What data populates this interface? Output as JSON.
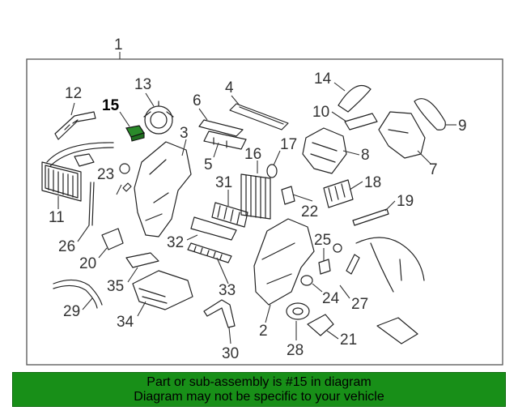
{
  "diagram": {
    "assembly_label": "1",
    "highlighted_part": "15",
    "part_labels": [
      "2",
      "3",
      "4",
      "5",
      "6",
      "7",
      "8",
      "9",
      "10",
      "11",
      "12",
      "13",
      "14",
      "15",
      "16",
      "17",
      "18",
      "19",
      "20",
      "21",
      "22",
      "23",
      "24",
      "25",
      "26",
      "27",
      "28",
      "29",
      "30",
      "31",
      "32",
      "33",
      "34",
      "35"
    ],
    "colors": {
      "highlight_fill": "#2a8a2a",
      "frame": "#555555",
      "panel_bg": "#ffffff",
      "footer_bg": "#188f18"
    }
  },
  "footer": {
    "line1": "Part or sub-assembly is #15 in diagram",
    "line2": "Diagram may not be specific to your vehicle"
  }
}
